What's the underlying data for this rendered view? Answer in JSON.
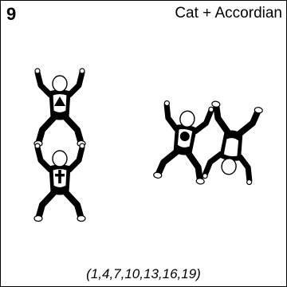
{
  "card": {
    "number": "9",
    "title": "Cat + Accordian",
    "sequence": "(1,4,7,10,13,16,19)"
  },
  "jumpers": [
    {
      "id": "top-left",
      "grip_symbol": "triangle"
    },
    {
      "id": "bottom-left",
      "grip_symbol": "cross"
    },
    {
      "id": "right-a",
      "grip_symbol": "circle"
    },
    {
      "id": "right-b",
      "grip_symbol": "none"
    }
  ],
  "colors": {
    "suit": "#000000",
    "stroke": "#000000",
    "background": "#ffffff"
  }
}
